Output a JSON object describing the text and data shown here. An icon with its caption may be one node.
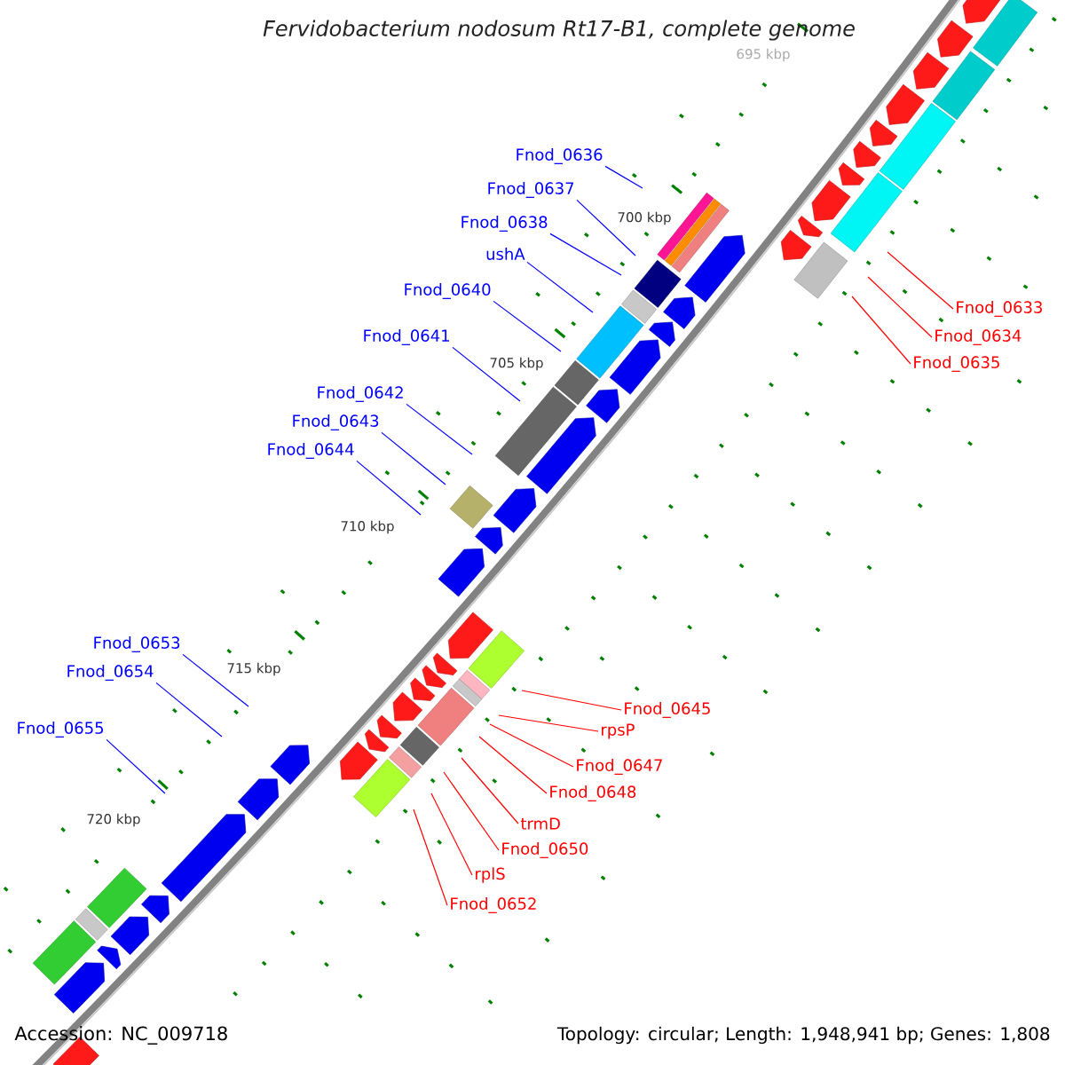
{
  "diagram": {
    "title": "Fervidobacterium nodosum Rt17-B1, complete genome",
    "nodes": [
      {
        "text": [
          "Fnod_0636"
        ]
      },
      {
        "text": [
          "Fnod_0637"
        ]
      },
      {
        "text": [
          "Fnod_0638"
        ]
      },
      {
        "text": [
          "ushA"
        ]
      },
      {
        "text": [
          "Fnod_0640"
        ]
      },
      {
        "text": [
          "Fnod_0641"
        ]
      },
      {
        "text": [
          "Fnod_0642"
        ]
      },
      {
        "text": [
          "Fnod_0643"
        ]
      },
      {
        "text": [
          "Fnod_0644"
        ]
      },
      {
        "text": [
          "Fnod_0653"
        ]
      },
      {
        "text": [
          "Fnod_0654"
        ]
      },
      {
        "text": [
          "Fnod_0655"
        ]
      },
      {
        "text": [
          "Fnod_0633"
        ]
      },
      {
        "text": [
          "Fnod_0634"
        ]
      },
      {
        "text": [
          "Fnod_0635"
        ]
      },
      {
        "text": [
          "Fnod_0645"
        ]
      },
      {
        "text": [
          "rpsP"
        ]
      },
      {
        "text": [
          "Fnod_0647"
        ]
      },
      {
        "text": [
          "Fnod_0648"
        ]
      },
      {
        "text": [
          "trmD"
        ]
      },
      {
        "text": [
          "Fnod_0650"
        ]
      },
      {
        "text": [
          "rplS"
        ]
      },
      {
        "text": [
          "Fnod_0652"
        ]
      }
    ],
    "edges": [
      {
        "from": 0,
        "to": null,
        "arrow": "none"
      },
      {
        "from": 1,
        "to": null,
        "arrow": "none"
      },
      {
        "from": 2,
        "to": null,
        "arrow": "none"
      },
      {
        "from": 3,
        "to": null,
        "arrow": "none"
      },
      {
        "from": 4,
        "to": null,
        "arrow": "none"
      },
      {
        "from": 5,
        "to": null,
        "arrow": "none"
      },
      {
        "from": 6,
        "to": null,
        "arrow": "none"
      },
      {
        "from": 7,
        "to": null,
        "arrow": "none"
      },
      {
        "from": 8,
        "to": null,
        "arrow": "none"
      },
      {
        "from": 9,
        "to": null,
        "arrow": "none"
      },
      {
        "from": 10,
        "to": null,
        "arrow": "none"
      },
      {
        "from": 11,
        "to": null,
        "arrow": "none"
      },
      {
        "from": 12,
        "to": null,
        "arrow": "none",
        "color": "#ff0000"
      },
      {
        "from": 13,
        "to": null,
        "arrow": "none",
        "color": "#ff0000"
      },
      {
        "from": 14,
        "to": null,
        "arrow": "none",
        "color": "#ff0000"
      },
      {
        "from": 15,
        "to": null,
        "arrow": "none",
        "color": "#ff0000"
      },
      {
        "from": 16,
        "to": null,
        "arrow": "none",
        "color": "#ff0000"
      },
      {
        "from": 17,
        "to": null,
        "arrow": "none",
        "color": "#ff0000"
      },
      {
        "from": 18,
        "to": null,
        "arrow": "none",
        "color": "#ff0000"
      },
      {
        "from": 19,
        "to": null,
        "arrow": "none",
        "color": "#ff0000"
      },
      {
        "from": 20,
        "to": null,
        "arrow": "none",
        "color": "#ff0000"
      },
      {
        "from": 21,
        "to": null,
        "arrow": "none",
        "color": "#ff0000"
      },
      {
        "from": 22,
        "to": null,
        "arrow": "none",
        "color": "#ff0000"
      }
    ],
    "labels": [
      "695 kbp",
      "700 kbp",
      "705 kbp",
      "710 kbp",
      "715 kbp",
      "720 kbp",
      "Accession: NC_009718",
      "Topology: circular; Length: 1,948,941 bp; Genes: 1,808"
    ]
  }
}
